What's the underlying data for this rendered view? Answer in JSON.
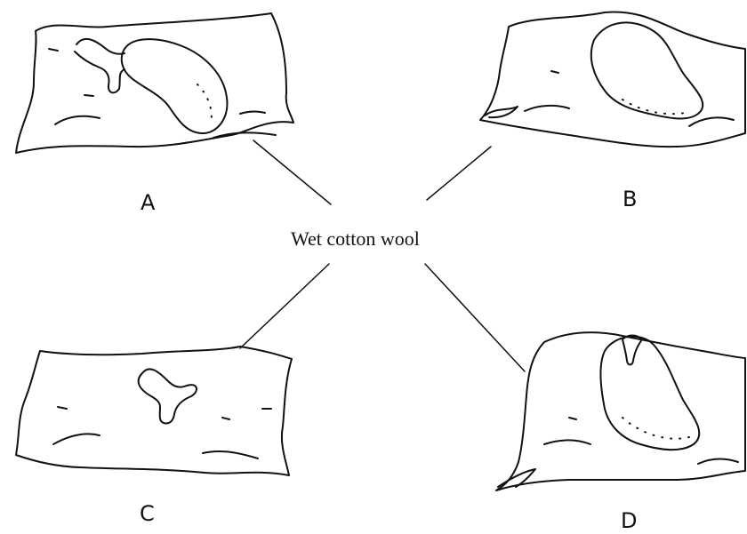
{
  "figure": {
    "callout": "Wet cotton wool",
    "panels": [
      {
        "label": "A",
        "contents": "seed with root"
      },
      {
        "label": "B",
        "contents": "seed"
      },
      {
        "label": "C",
        "contents": "root"
      },
      {
        "label": "D",
        "contents": "seed with small root"
      }
    ]
  },
  "colors": {
    "ink": "#111111",
    "paper": "#ffffff"
  }
}
